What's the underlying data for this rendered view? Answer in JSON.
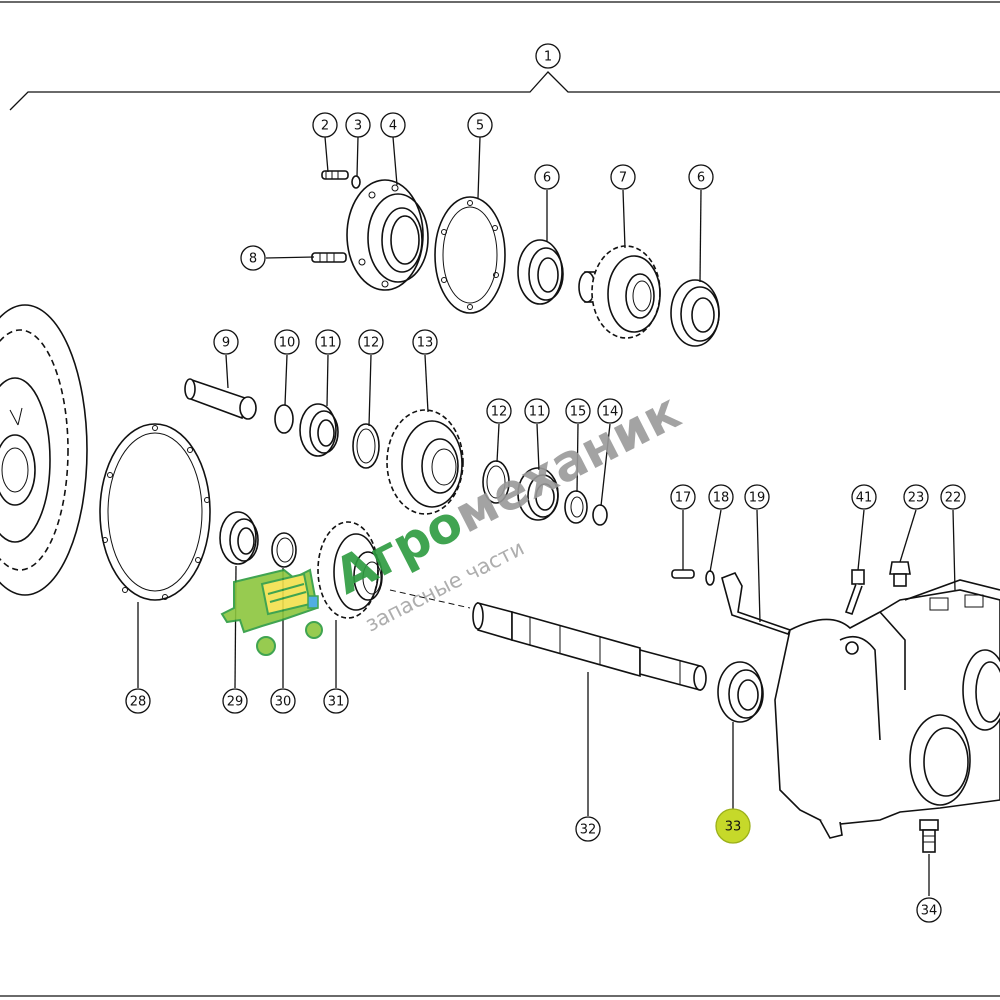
{
  "callouts": {
    "c1": "1",
    "c2": "2",
    "c3": "3",
    "c4": "4",
    "c5": "5",
    "c6a": "6",
    "c6b": "6",
    "c7": "7",
    "c8": "8",
    "c9": "9",
    "c10": "10",
    "c11a": "11",
    "c11b": "11",
    "c12a": "12",
    "c12b": "12",
    "c13": "13",
    "c14": "14",
    "c15": "15",
    "c17": "17",
    "c18": "18",
    "c19": "19",
    "c22": "22",
    "c23": "23",
    "c28": "28",
    "c29": "29",
    "c30": "30",
    "c31": "31",
    "c32": "32",
    "c33": "33",
    "c34": "34",
    "c41": "41"
  },
  "highlight": {
    "callout": "33",
    "color": "#c6d92a"
  },
  "watermark": {
    "brand_part1": "Агро",
    "brand_part2": "механик",
    "subtitle": "запасные части",
    "color_part1": "#2c9b3f",
    "color_part2": "#9a9a9a",
    "logo_colors": {
      "body": "#8cc63e",
      "hopper": "#f2e14c",
      "outline": "#2c9b3f"
    }
  }
}
